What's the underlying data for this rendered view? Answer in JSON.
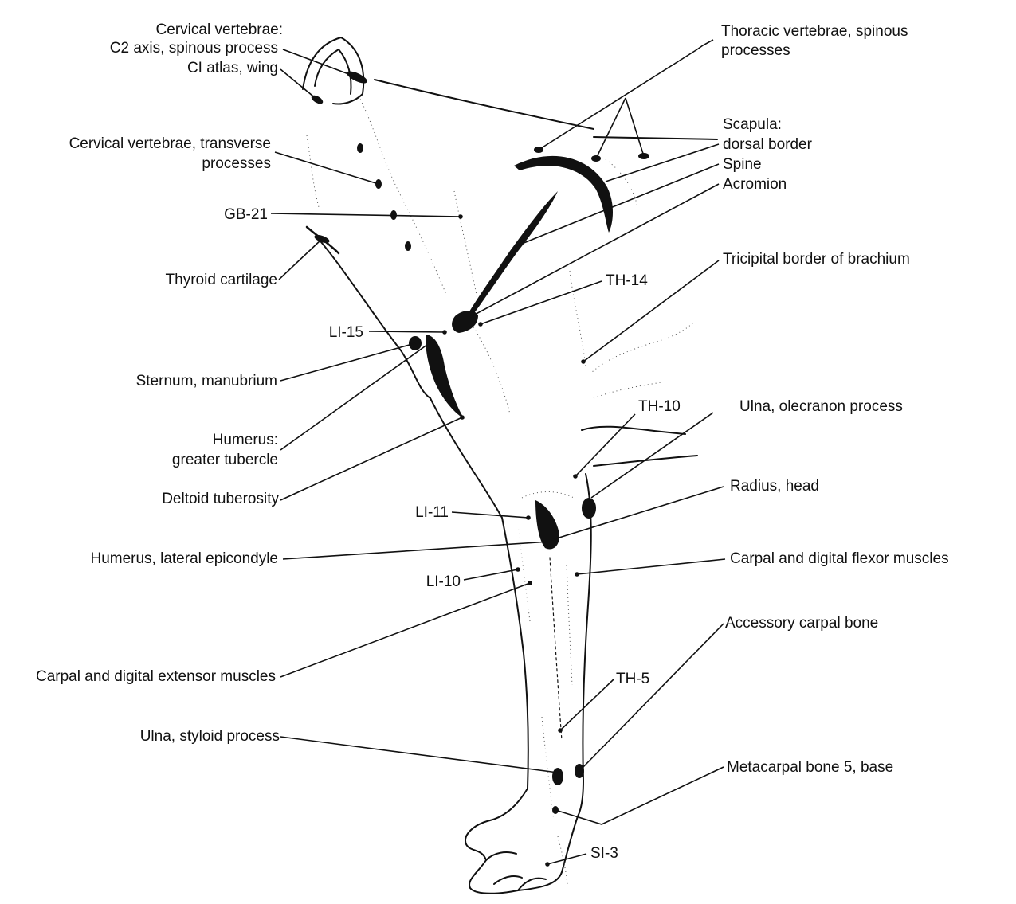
{
  "labels": {
    "cervical_vertebrae_heading": "Cervical vertebrae:",
    "c2_axis": "C2 axis, spinous process",
    "c1_atlas": "CI atlas, wing",
    "cervical_transverse_1": "Cervical vertebrae, transverse",
    "cervical_transverse_2": "processes",
    "gb21": "GB-21",
    "thyroid_cartilage": "Thyroid cartilage",
    "li15": "LI-15",
    "sternum": "Sternum, manubrium",
    "humerus_heading": "Humerus:",
    "greater_tubercle": "greater tubercle",
    "deltoid_tuberosity": "Deltoid tuberosity",
    "li11": "LI-11",
    "humerus_lateral_epicondyle": "Humerus, lateral epicondyle",
    "li10": "LI-10",
    "carpal_extensor": "Carpal and digital extensor muscles",
    "ulna_styloid": "Ulna, styloid process",
    "thoracic_1": "Thoracic vertebrae, spinous",
    "thoracic_2": "processes",
    "scapula_heading": "Scapula:",
    "dorsal_border": "dorsal border",
    "spine": "Spine",
    "acromion": "Acromion",
    "tricipital_border": "Tricipital border of brachium",
    "th14": "TH-14",
    "th10": "TH-10",
    "ulna_olecranon": "Ulna, olecranon process",
    "radius_head": "Radius, head",
    "carpal_flexor": "Carpal and digital flexor muscles",
    "accessory_carpal": "Accessory carpal bone",
    "th5": "TH-5",
    "metacarpal5": "Metacarpal bone 5, base",
    "si3": "SI-3"
  }
}
